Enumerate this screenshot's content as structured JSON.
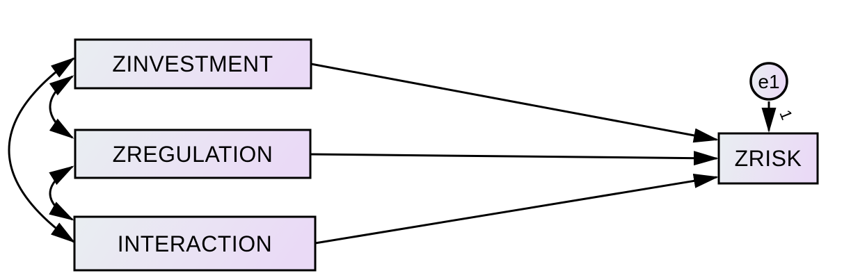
{
  "diagram": {
    "kind": "structural-equation-path-diagram",
    "background": "#ffffff"
  },
  "colors": {
    "node_fill_left": "#e9eef1",
    "node_fill_right": "#eadaf6",
    "line": "#000000",
    "text": "#000000"
  },
  "nodes": {
    "predictors": [
      {
        "label": "ZINVESTMENT"
      },
      {
        "label": "ZREGULATION"
      },
      {
        "label": "INTERACTION"
      }
    ],
    "outcome": {
      "label": "ZRISK"
    },
    "error": {
      "label": "e1"
    }
  },
  "edges": {
    "error_path_label": "1",
    "regressions": [
      {
        "from": "ZINVESTMENT",
        "to": "ZRISK"
      },
      {
        "from": "ZREGULATION",
        "to": "ZRISK"
      },
      {
        "from": "INTERACTION",
        "to": "ZRISK"
      }
    ],
    "covariances": [
      {
        "a": "ZINVESTMENT",
        "b": "ZREGULATION"
      },
      {
        "a": "ZINVESTMENT",
        "b": "INTERACTION"
      },
      {
        "a": "ZREGULATION",
        "b": "INTERACTION"
      }
    ]
  }
}
